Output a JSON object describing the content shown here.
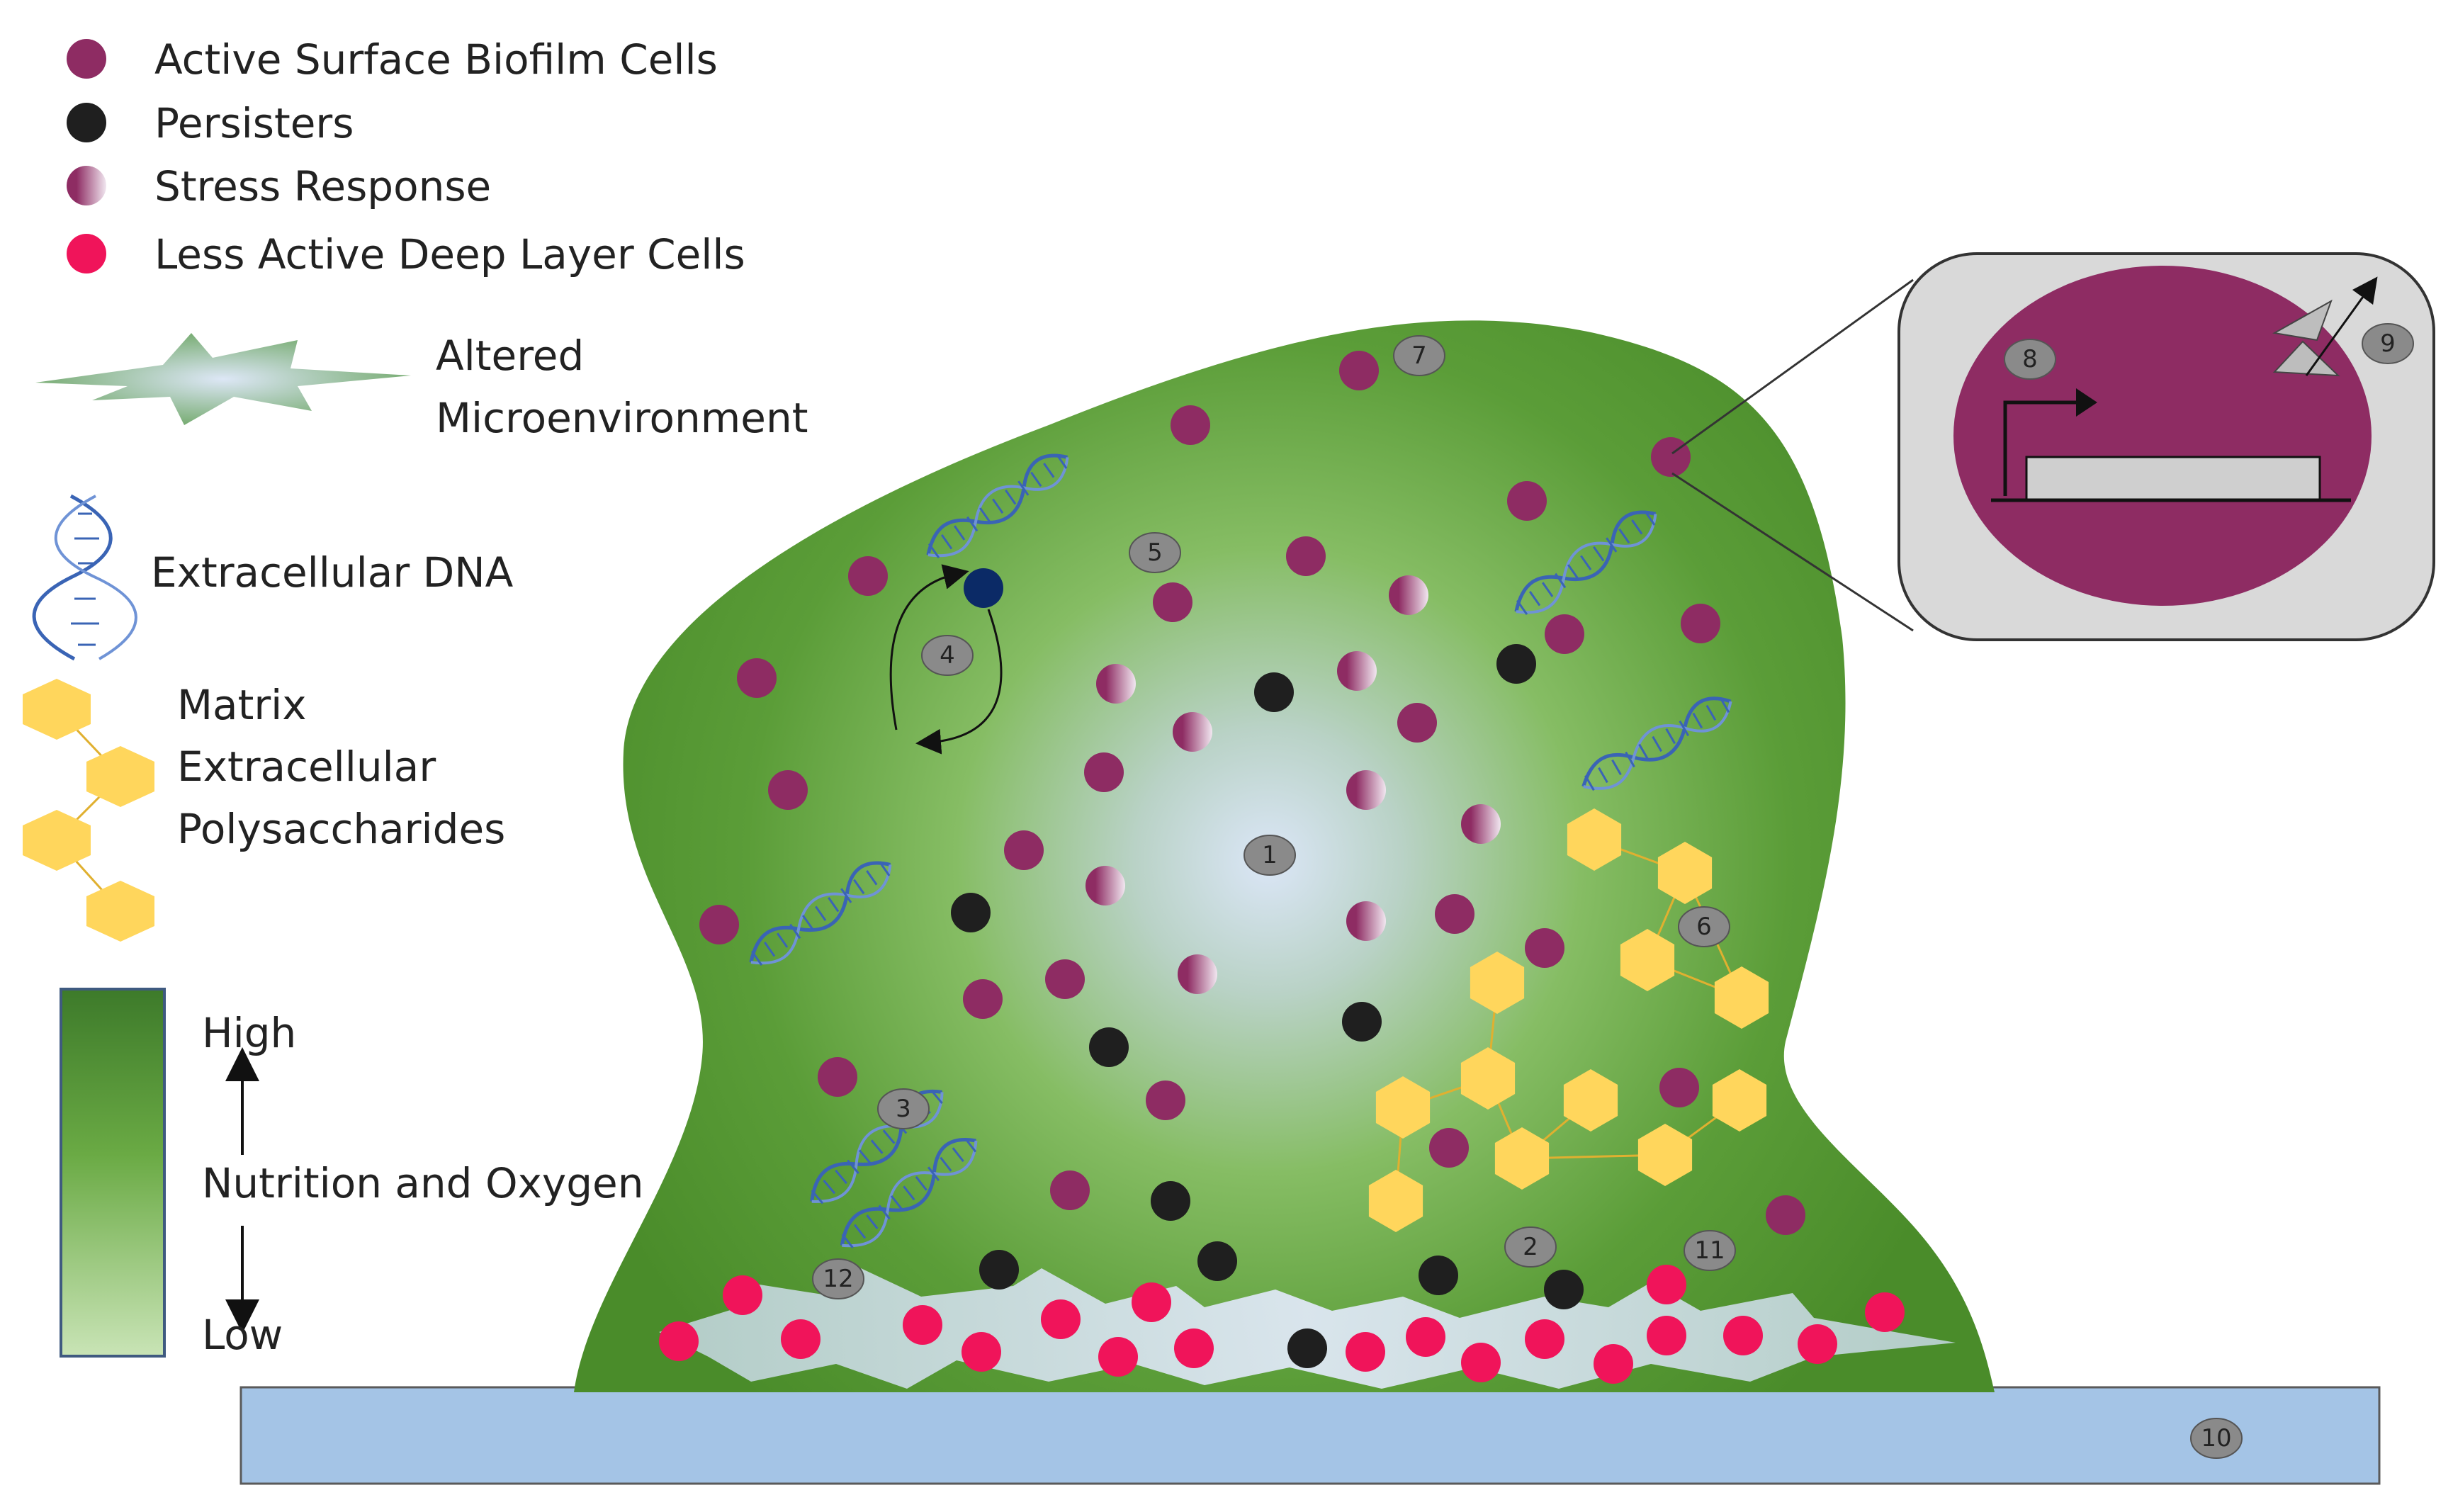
{
  "legend": {
    "active_cells": "Active Surface Biofilm Cells",
    "persisters": "Persisters",
    "stress_response": "Stress Response",
    "deep_layer_cells": "Less Active Deep Layer Cells",
    "altered_line1": "Altered",
    "altered_line2": "Microenvironment",
    "edna": "Extracellular DNA",
    "matrix_line1": "Matrix",
    "matrix_line2": "Extracellular",
    "matrix_line3": "Polysaccharides",
    "gradient_high": "High",
    "gradient_mid": "Nutrition and Oxygen",
    "gradient_low": "Low"
  },
  "badges": [
    "1",
    "2",
    "3",
    "4",
    "5",
    "6",
    "7",
    "8",
    "9",
    "10",
    "11",
    "12"
  ],
  "colors": {
    "active": "#8e2c63",
    "persister": "#1f1f1f",
    "deep": "#f0145a",
    "biofilm_dark": "#4a8c2a",
    "biofilm_mid": "#6aaa44",
    "core_light": "#dbe6f7",
    "substrate": "#a4c4e6",
    "polysaccharide": "#ffd65c",
    "dna": "#3a64b5",
    "inset_bg": "#d9d9d9"
  }
}
